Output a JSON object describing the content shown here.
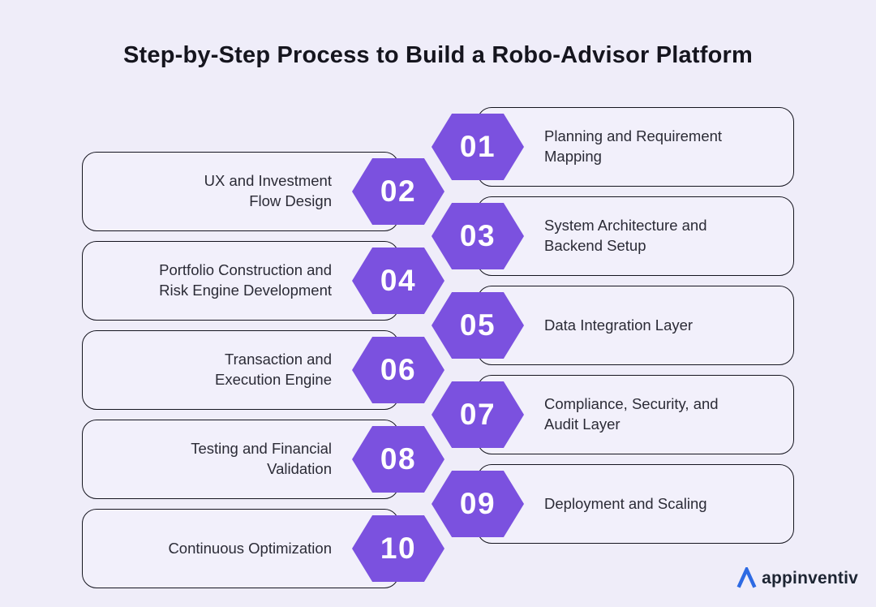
{
  "page": {
    "title": "Step-by-Step Process to Build a Robo-Advisor Platform"
  },
  "theme": {
    "background_color": "#efedf9",
    "box_fill_color": "#f2f0fb",
    "box_border_color": "#15151f",
    "hexagon_color": "#7b51df",
    "hexagon_number_color": "#ffffff",
    "title_color": "#15151e",
    "label_color": "#2b2b36",
    "logo_mark_color": "#2d6ae3",
    "logo_text_color": "#1d2533"
  },
  "steps": [
    {
      "number": "01",
      "side": "right",
      "label": "Planning and Requirement\nMapping"
    },
    {
      "number": "02",
      "side": "left",
      "label": "UX and Investment\nFlow Design"
    },
    {
      "number": "03",
      "side": "right",
      "label": "System Architecture and\nBackend Setup"
    },
    {
      "number": "04",
      "side": "left",
      "label": "Portfolio Construction and\nRisk Engine Development"
    },
    {
      "number": "05",
      "side": "right",
      "label": "Data Integration Layer"
    },
    {
      "number": "06",
      "side": "left",
      "label": "Transaction and\nExecution Engine"
    },
    {
      "number": "07",
      "side": "right",
      "label": "Compliance, Security, and\nAudit Layer"
    },
    {
      "number": "08",
      "side": "left",
      "label": "Testing and Financial\nValidation"
    },
    {
      "number": "09",
      "side": "right",
      "label": "Deployment and Scaling"
    },
    {
      "number": "10",
      "side": "left",
      "label": "Continuous Optimization"
    }
  ],
  "logo": {
    "text": "appinventiv"
  }
}
